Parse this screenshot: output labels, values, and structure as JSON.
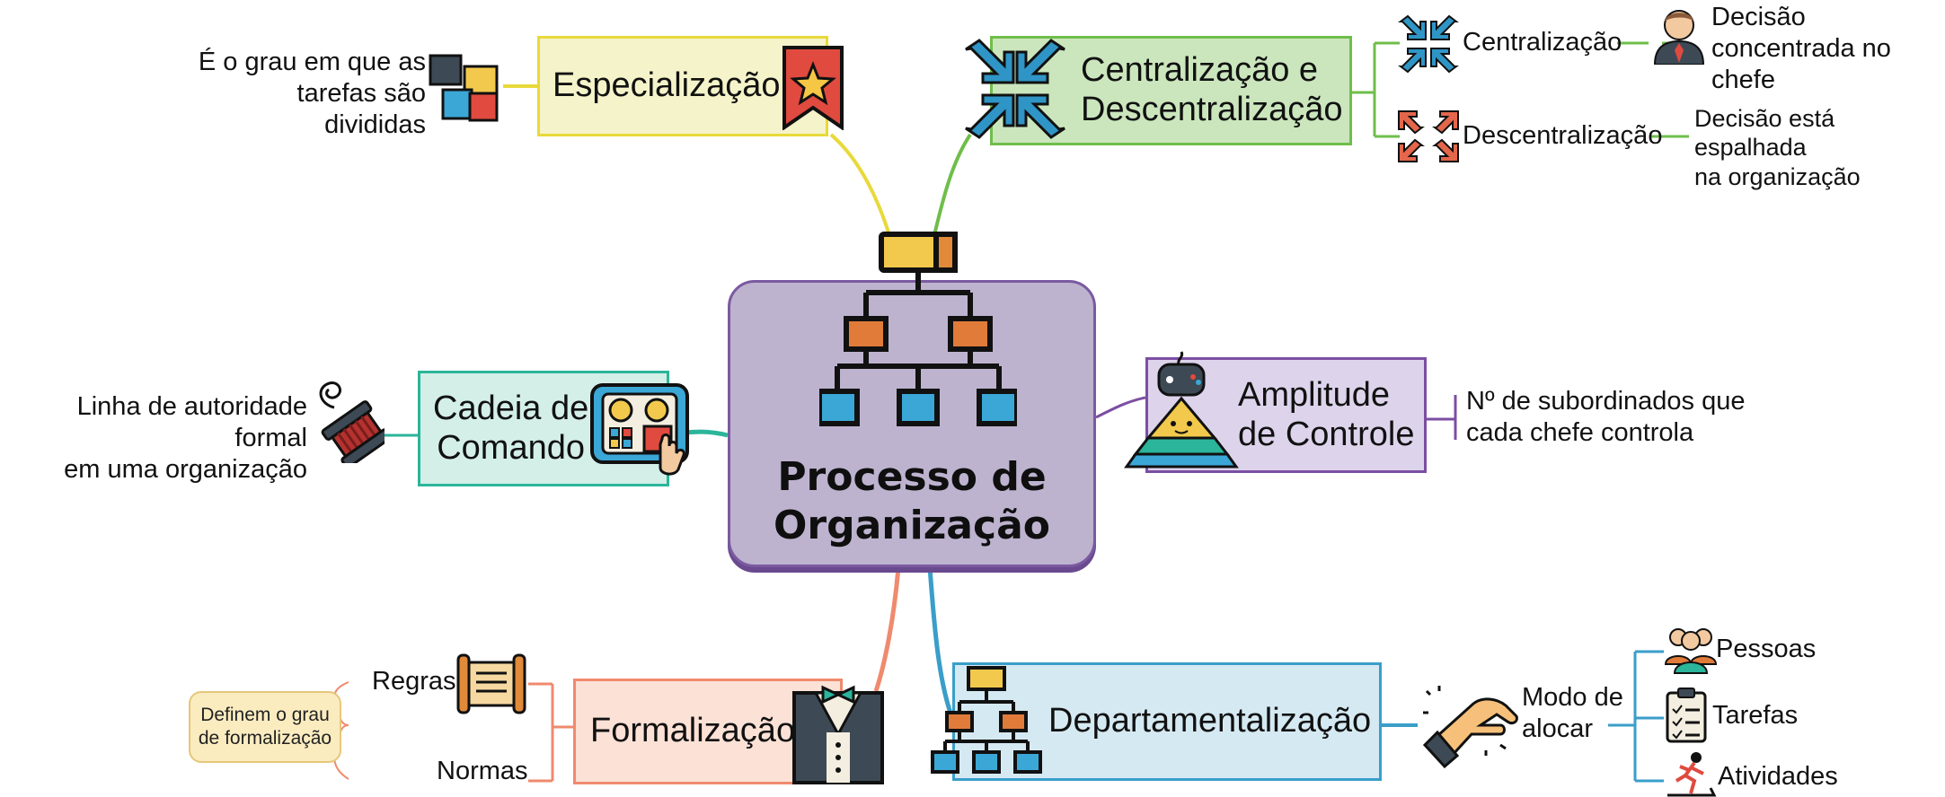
{
  "center": {
    "title_line1": "Processo de",
    "title_line2": "Organização"
  },
  "branches": {
    "especializacao": {
      "label": "Especialização",
      "note_line1": "É o grau em que as",
      "note_line2": "tarefas são divididas",
      "color": "#e8d93a"
    },
    "centralizacao": {
      "label_line1": "Centralização e",
      "label_line2": "Descentralização",
      "color": "#6fbe4a",
      "children": [
        {
          "label": "Centralização",
          "note_line1": "Decisão",
          "note_line2": "concentrada no chefe"
        },
        {
          "label": "Descentralização",
          "note_line1": "Decisão está espalhada",
          "note_line2": "na organização"
        }
      ]
    },
    "cadeia": {
      "label_line1": "Cadeia de",
      "label_line2": "Comando",
      "note_line1": "Linha de autoridade formal",
      "note_line2": "em uma organização",
      "color": "#2bb59a"
    },
    "amplitude": {
      "label_line1": "Amplitude",
      "label_line2": "de Controle",
      "note_line1": "Nº de subordinados que",
      "note_line2": "cada chefe controla",
      "color": "#7b4ea3"
    },
    "formalizacao": {
      "label": "Formalização",
      "color": "#ef8a6e",
      "children": [
        "Regras",
        "Normas"
      ],
      "note_line1": "Definem o grau",
      "note_line2": "de formalização"
    },
    "departamentalizacao": {
      "label": "Departamentalização",
      "color": "#3a9ec9",
      "mode_line1": "Modo de",
      "mode_line2": "alocar",
      "children": [
        "Pessoas",
        "Tarefas",
        "Atividades"
      ]
    }
  }
}
